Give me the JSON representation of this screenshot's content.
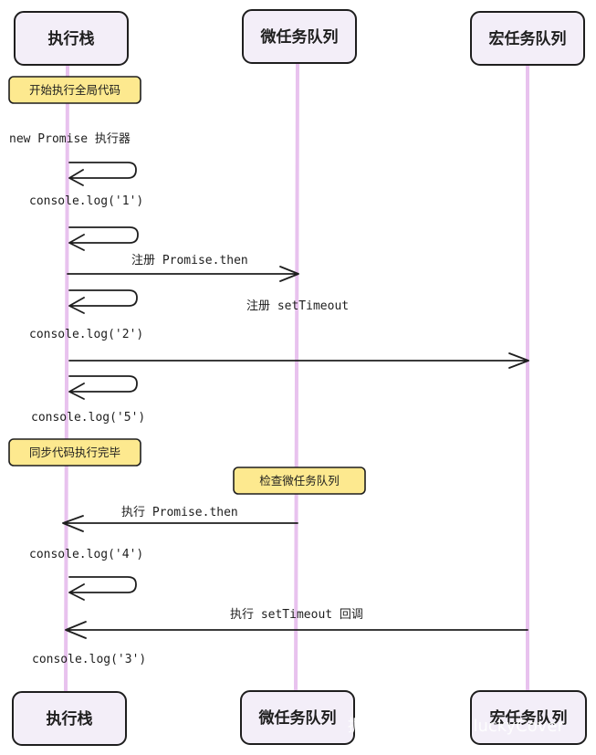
{
  "actors": {
    "stack": "执行栈",
    "micro": "微任务队列",
    "macro": "宏任务队列"
  },
  "notes": {
    "start": "开始执行全局代码",
    "sync_done": "同步代码执行完毕",
    "check_micro": "检查微任务队列"
  },
  "messages": {
    "new_promise": "new Promise 执行器",
    "log1": "console.log('1')",
    "register_then": "注册 Promise.then",
    "register_timeout": "注册 setTimeout",
    "log2": "console.log('2')",
    "log5": "console.log('5')",
    "exec_then": "执行 Promise.then",
    "log4": "console.log('4')",
    "exec_timeout": "执行 setTimeout 回调",
    "log3": "console.log('3')"
  },
  "watermark": "掘金技术社区 @ luckyCover",
  "colors": {
    "actor_fill": "#f3eef8",
    "lifeline": "#e8c2ee",
    "note_fill": "#fde98f",
    "stroke": "#1e1e1e"
  }
}
